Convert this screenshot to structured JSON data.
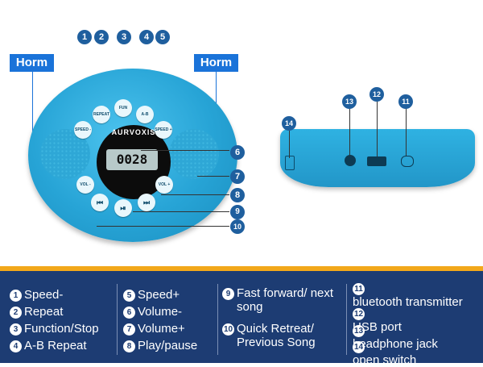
{
  "labels": {
    "horn_left": "Horm",
    "horn_right": "Horm"
  },
  "device": {
    "brand": "AURVOXIS",
    "display": "0028",
    "buttons": {
      "speed_minus": "SPEED -",
      "repeat": "REPEAT",
      "func": "FUN",
      "ab": "A-B",
      "speed_plus": "SPEED +",
      "vol_minus": "VOL -",
      "vol_plus": "VOL +",
      "prev": "⏮",
      "play": "⏯",
      "next": "⏭"
    }
  },
  "callouts": [
    "1",
    "2",
    "3",
    "4",
    "5",
    "6",
    "7",
    "8",
    "9",
    "10",
    "11",
    "12",
    "13",
    "14"
  ],
  "legend": {
    "col1": [
      {
        "num": "1",
        "text": "Speed-"
      },
      {
        "num": "2",
        "text": "Repeat"
      },
      {
        "num": "3",
        "text": "Function/Stop"
      },
      {
        "num": "4",
        "text": "A-B Repeat"
      }
    ],
    "col2": [
      {
        "num": "5",
        "text": "Speed+"
      },
      {
        "num": "6",
        "text": "Volume-"
      },
      {
        "num": "7",
        "text": "Volume+"
      },
      {
        "num": "8",
        "text": "Play/pause"
      }
    ],
    "col3": [
      {
        "num": "9",
        "text": "Fast forward/ next song"
      },
      {
        "num": "10",
        "text": "Quick Retreat/ Previous Song"
      }
    ],
    "col4": [
      {
        "num": "11",
        "text": "bluetooth transmitter"
      },
      {
        "num": "12",
        "text": "USB port"
      },
      {
        "num": "13",
        "text": "headphone jack"
      },
      {
        "num": "14",
        "text": "open switch"
      }
    ]
  },
  "colors": {
    "device_blue": "#27a4d6",
    "legend_bg": "#1d3c73",
    "accent": "#f2a81a",
    "tag_blue": "#1a73d9"
  }
}
